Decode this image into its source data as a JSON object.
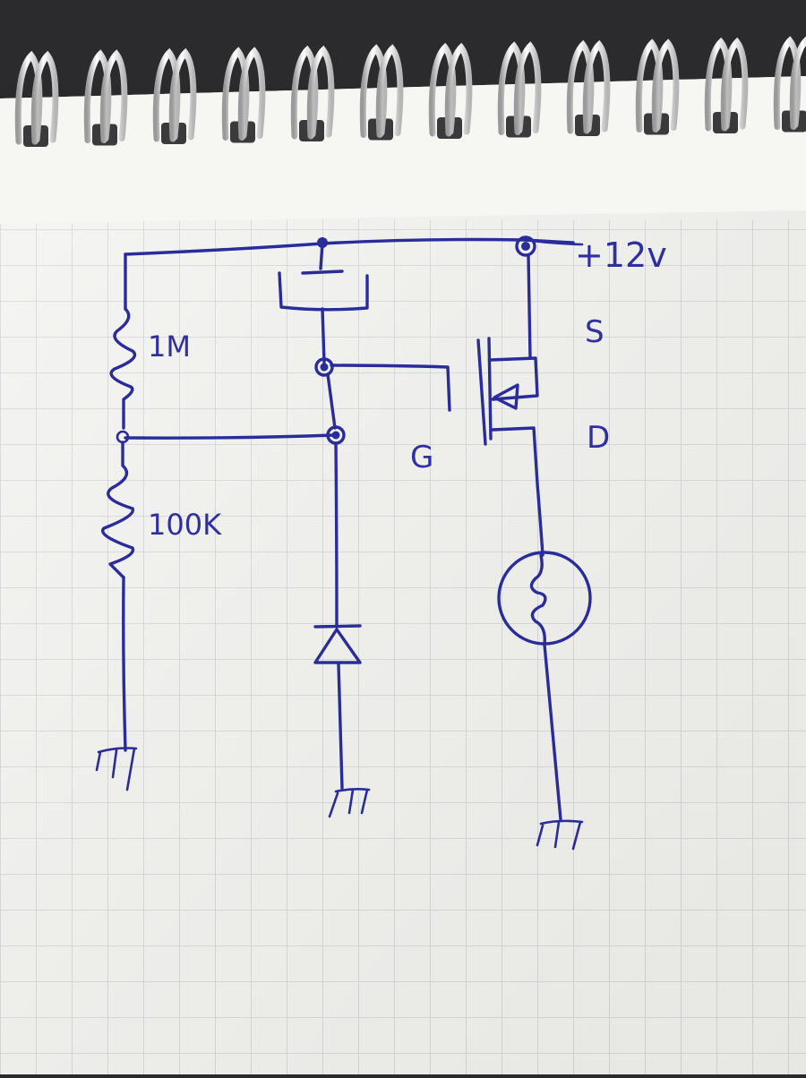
{
  "diagram": {
    "type": "hand-drawn circuit schematic on graph paper",
    "ink_color": "#2a2c9a",
    "paper_color": "#f1f1ee",
    "grid_color": "#b9bcc3",
    "labels": {
      "supply": "+12v",
      "r_top": "1M",
      "r_bottom": "100K",
      "gate": "G",
      "source": "S",
      "drain": "D"
    },
    "components": [
      "resistor-1M",
      "resistor-100K",
      "pushbutton-switch",
      "p-channel-mosfet",
      "diode",
      "lamp",
      "ground-symbol-x3"
    ]
  }
}
